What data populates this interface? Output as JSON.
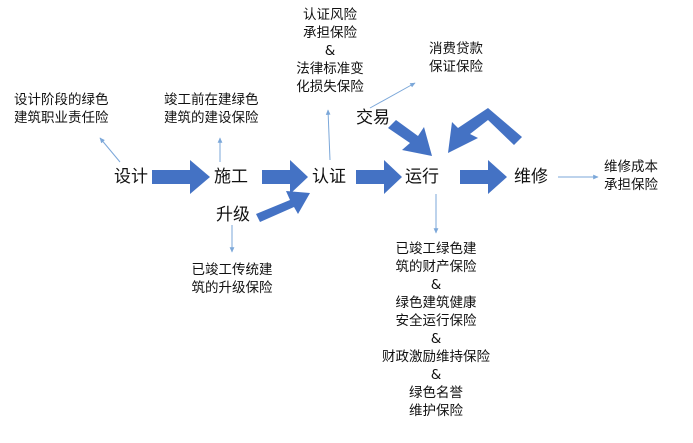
{
  "colors": {
    "arrow_fill": "#4472C4",
    "thin_arrow": "#7BA7D9",
    "text": "#111111"
  },
  "stages": {
    "design": "设计",
    "construction": "施工",
    "certification": "认证",
    "operation": "运行",
    "maintenance": "维修",
    "upgrade": "升级",
    "transaction": "交易"
  },
  "insurances": {
    "design_liability": "设计阶段的绿色\n建筑职业责任险",
    "construction_insurance": "竣工前在建绿色\n建筑的建设保险",
    "certification_insurance": "认证风险\n承担保险\n&\n法律标准变\n化损失保险",
    "transaction_insurance": "消费贷款\n保证保险",
    "upgrade_insurance": "已竣工传统建\n筑的升级保险",
    "operation_insurance": "已竣工绿色建\n筑的财产保险\n&\n绿色建筑健康\n安全运行保险\n&\n财政激励维持保险\n&\n绿色名誉\n维护保险",
    "maintenance_insurance": "维修成本\n承担保险"
  }
}
